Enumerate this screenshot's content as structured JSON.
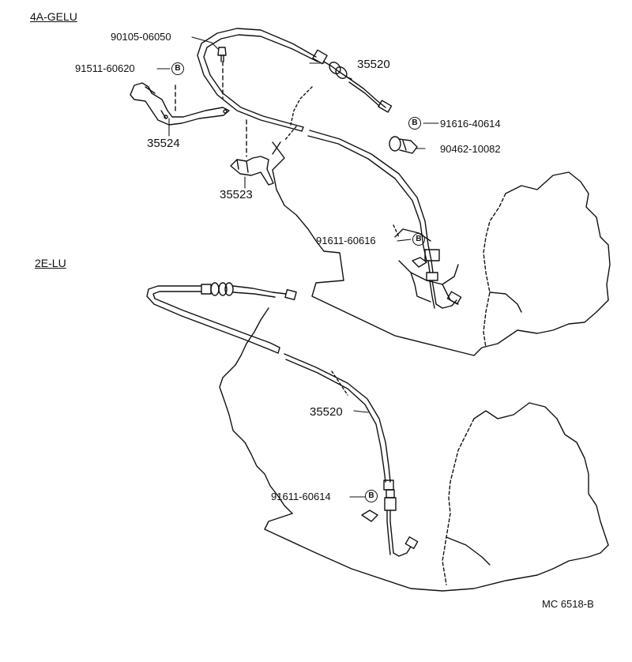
{
  "sections": {
    "top": "4A-GELU",
    "bottom": "2E-LU"
  },
  "parts": {
    "p90105": "90105-06050",
    "p91511": "91511-60620",
    "p35520_top": "35520",
    "p35524": "35524",
    "p35523": "35523",
    "p91616": "91616-40614",
    "p90462": "90462-10082",
    "p91611_top": "91611-60616",
    "p35520_bottom": "35520",
    "p91611_bottom": "91611-60614"
  },
  "marker": "B",
  "figure_code": "MC 6518-B"
}
